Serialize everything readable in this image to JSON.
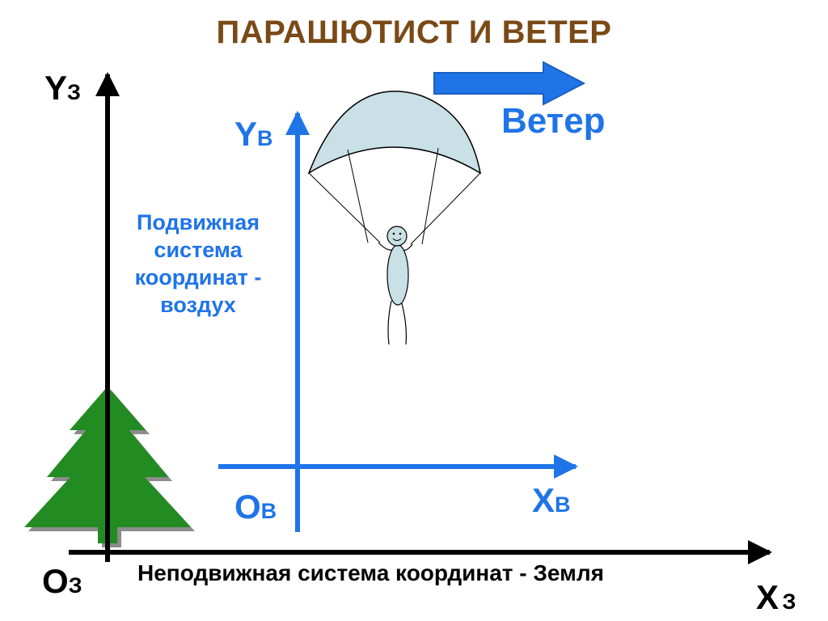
{
  "title": "ПАРАШЮТИСТ И ВЕТЕР",
  "colors": {
    "title": "#7a4a16",
    "moving_frame": "#1f74e8",
    "fixed_frame": "#000000",
    "tree": "#228b22",
    "tree_shadow": "#8c8c8c",
    "canopy": "#c8e0e6"
  },
  "wind": {
    "label": "Ветер",
    "icon": "arrow-right-icon"
  },
  "moving_frame": {
    "y_main": "Y",
    "y_sub": "В",
    "x_main": "X",
    "x_sub": "В",
    "o_main": "O",
    "o_sub": "В",
    "description": "Подвижная система координат - воздух"
  },
  "fixed_frame": {
    "y_main": "Y",
    "y_sub": "З",
    "x_main": "X",
    "x_sub": "З",
    "o_main": "O",
    "o_sub": "З",
    "description": "Неподвижная система координат - Земля"
  },
  "icons": [
    "parachute-icon",
    "parachutist-icon",
    "fir-tree-icon"
  ]
}
